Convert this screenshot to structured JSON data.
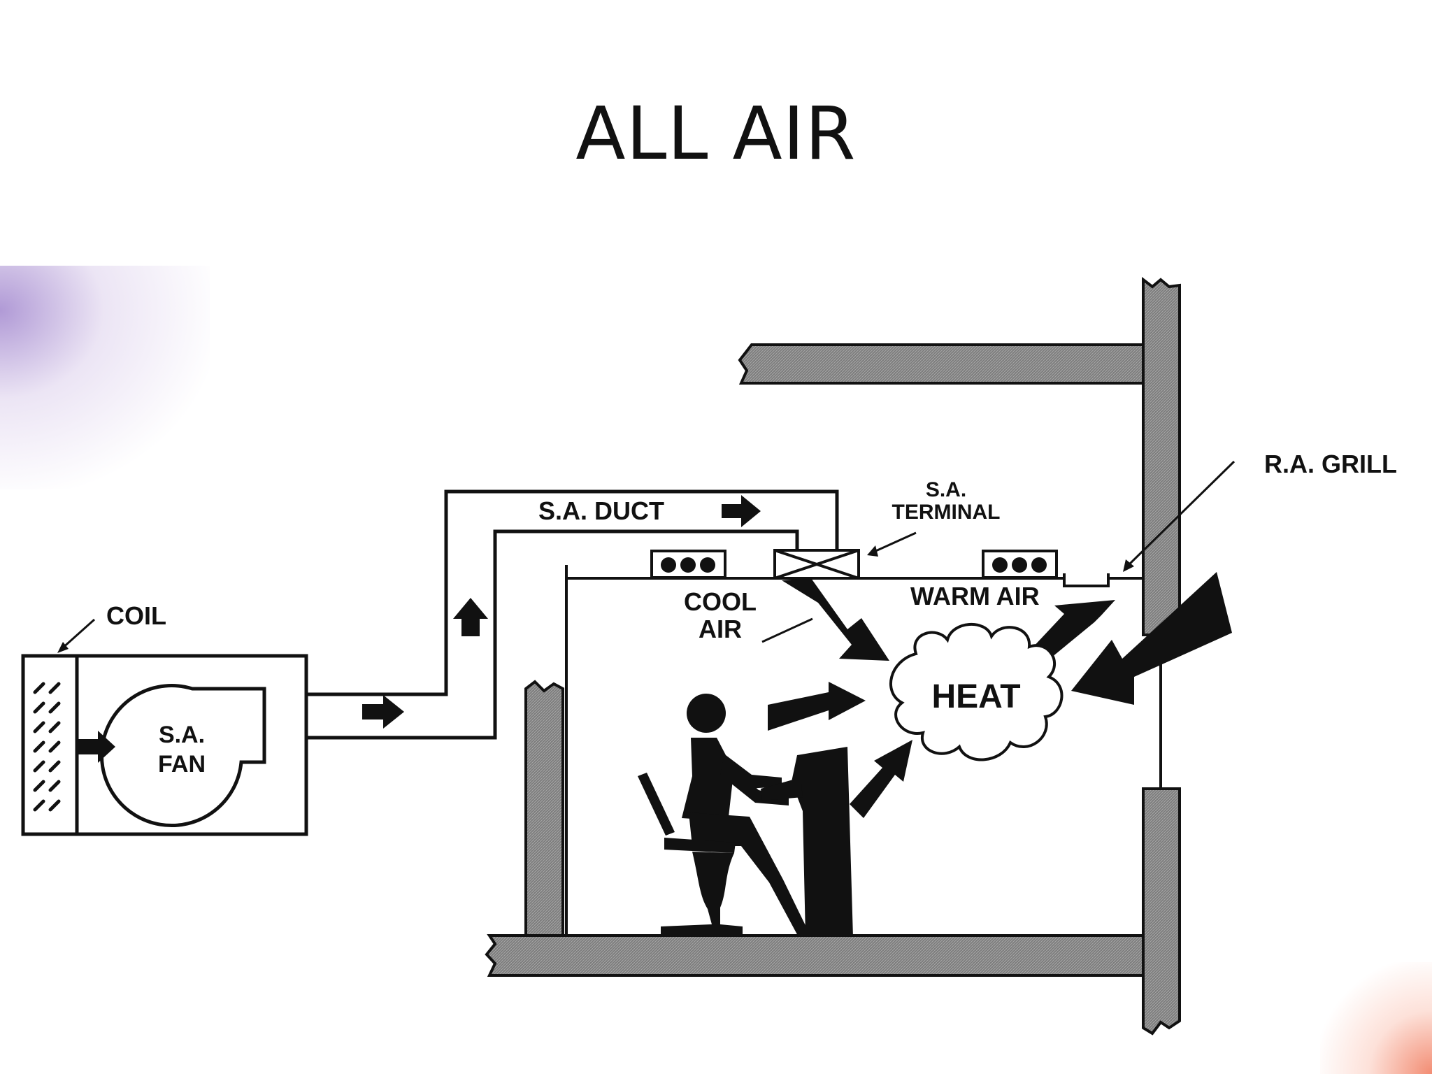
{
  "slide": {
    "title": "ALL AIR"
  },
  "labels": {
    "coil": "COIL",
    "fan_line1": "S.A.",
    "fan_line2": "FAN",
    "duct": "S.A. DUCT",
    "terminal_line1": "S.A.",
    "terminal_line2": "TERMINAL",
    "cool_line1": "COOL",
    "cool_line2": "AIR",
    "warm": "WARM AIR",
    "grill": "R.A. GRILL",
    "heat": "HEAT"
  },
  "colors": {
    "wall_fill": "#8a8a8a",
    "ink": "#111111"
  }
}
